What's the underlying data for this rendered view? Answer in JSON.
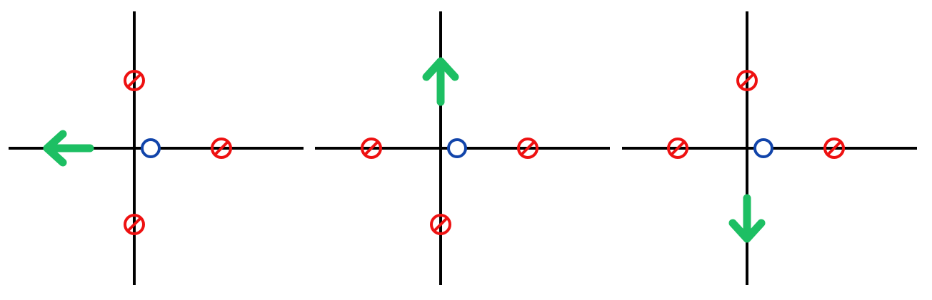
{
  "colors": {
    "axis": "#000000",
    "arrow": "#1dbf63",
    "blocked": "#ee1111",
    "origin": "#1144aa",
    "background": "#ffffff"
  },
  "panels": [
    {
      "allowed_direction": "left",
      "blocked_directions": [
        "up",
        "down",
        "right"
      ]
    },
    {
      "allowed_direction": "up",
      "blocked_directions": [
        "left",
        "right",
        "down"
      ]
    },
    {
      "allowed_direction": "down",
      "blocked_directions": [
        "up",
        "left",
        "right"
      ]
    }
  ],
  "icons": {
    "origin": "open-circle-icon",
    "blocked": "prohibited-sign-icon",
    "allowed": "arrow-icon"
  }
}
